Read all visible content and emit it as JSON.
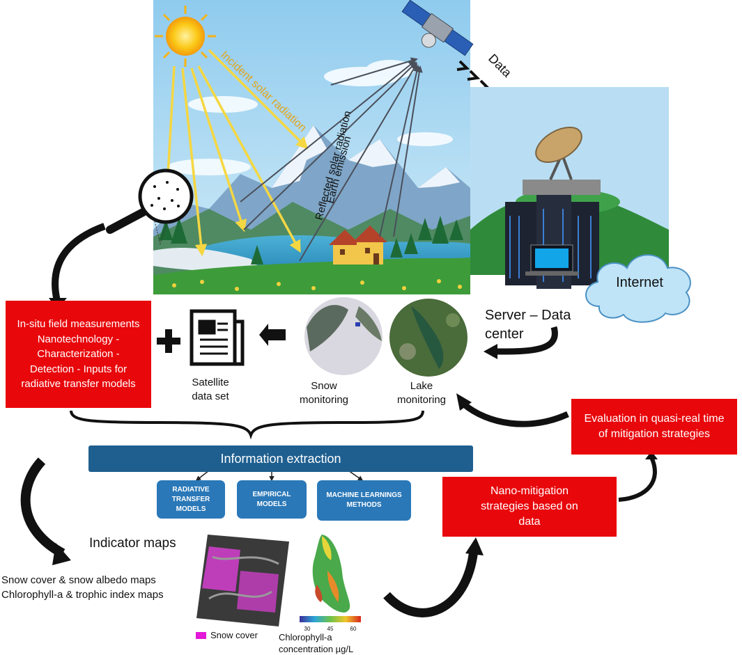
{
  "diagram": {
    "scene_labels": {
      "incident": "Incident solar radiation",
      "reflected": "Reflected solar radiation",
      "emission": "Earth emission",
      "data": "Data"
    },
    "internet": "Internet",
    "server": "Server – Data center",
    "insitu_box": "In-situ field measurements Nanotechnology - Characterization - Detection - Inputs for radiative transfer models",
    "satellite_label": "Satellite data set",
    "snow_label": "Snow monitoring",
    "lake_label": "Lake monitoring",
    "evaluation_box": "Evaluation in quasi-real time of mitigation strategies",
    "info_extraction": "Information extraction",
    "methods": [
      "RADIATIVE TRANSFER MODELS",
      "EMPIRICAL MODELS",
      "MACHINE LEARNINGS METHODS"
    ],
    "nano_box": "Nano-mitigation strategies based on data",
    "indicator_title": "Indicator maps",
    "indicator_lines": [
      "Snow cover & snow albedo maps",
      "Chlorophyll-a  & trophic index maps"
    ],
    "snow_cover_legend": "Snow cover",
    "chl_legend": "Chlorophyll-a concentration µg/L",
    "colorbar_ticks": [
      "30",
      "45",
      "60"
    ]
  },
  "colors": {
    "red_box": "#e8070b",
    "blue_bar": "#1f5f8f",
    "blue_button": "#2a78b8",
    "sky": "#a8d6f2",
    "sun": "#f7c21a",
    "solar_arrow": "#f5d742"
  }
}
